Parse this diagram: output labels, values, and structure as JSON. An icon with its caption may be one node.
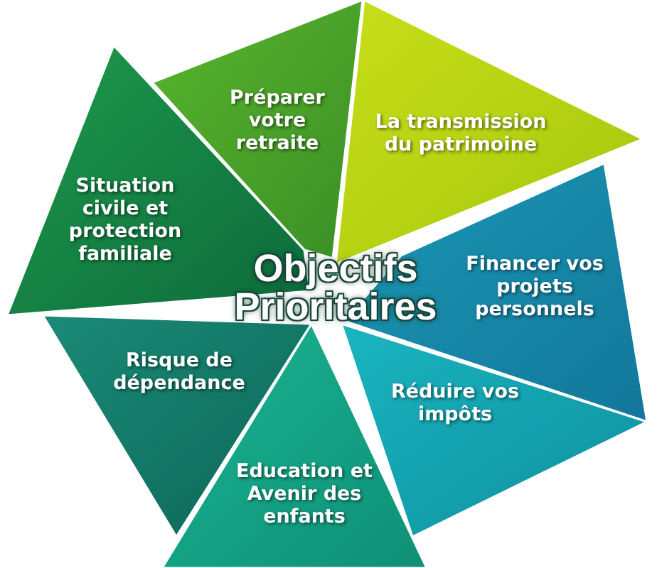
{
  "diagram": {
    "nodes": [
      {
        "text": [
          "Objectifs Prioritaires"
        ]
      },
      {
        "text": [
          "Situation civile et protection familiale"
        ]
      },
      {
        "text": [
          "Préparer votre retraite"
        ]
      },
      {
        "text": [
          "La transmission du patrimoine"
        ]
      },
      {
        "text": [
          "Financer vos projets personnels"
        ]
      },
      {
        "text": [
          "Réduire vos impôts"
        ]
      },
      {
        "text": [
          "Education et Avenir des enfants"
        ]
      },
      {
        "text": [
          "Risque de dépendance"
        ]
      }
    ]
  }
}
